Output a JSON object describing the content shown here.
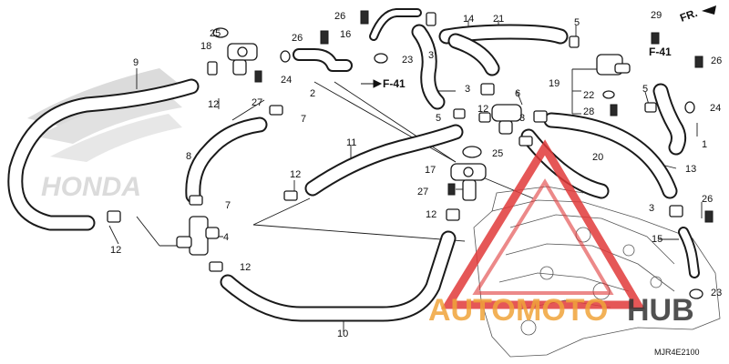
{
  "diagram": {
    "callouts": {
      "c1": "1",
      "c2": "2",
      "c3a": "3",
      "c3b": "3",
      "c3c": "3",
      "c3d": "3",
      "c4": "4",
      "c5a": "5",
      "c5b": "5",
      "c5c": "5",
      "c6": "6",
      "c7a": "7",
      "c7b": "7",
      "c8": "8",
      "c9": "9",
      "c10": "10",
      "c11": "11",
      "c12a": "12",
      "c12b": "12",
      "c12c": "12",
      "c12d": "12",
      "c12e": "12",
      "c12f": "12",
      "c13": "13",
      "c14": "14",
      "c15": "15",
      "c16": "16",
      "c17": "17",
      "c18": "18",
      "c19": "19",
      "c20": "20",
      "c21": "21",
      "c22": "22",
      "c23a": "23",
      "c23b": "23",
      "c24a": "24",
      "c24b": "24",
      "c25a": "25",
      "c25b": "25",
      "c26a": "26",
      "c26b": "26",
      "c26c": "26",
      "c26d": "26",
      "c27a": "27",
      "c27b": "27",
      "c28": "28",
      "c29": "29"
    },
    "refs": {
      "f41a": "F-41",
      "f41b": "F-41",
      "fr": "FR."
    },
    "brand_text": "HONDA",
    "diagram_code": "MJR4E2100"
  },
  "watermark": {
    "text_auto": "AUTO",
    "text_moto": "MOTO",
    "text_hub": "HUB",
    "colors": {
      "triangle": "#e03a3a",
      "auto": "#f0a43a",
      "hub": "#333333"
    }
  }
}
